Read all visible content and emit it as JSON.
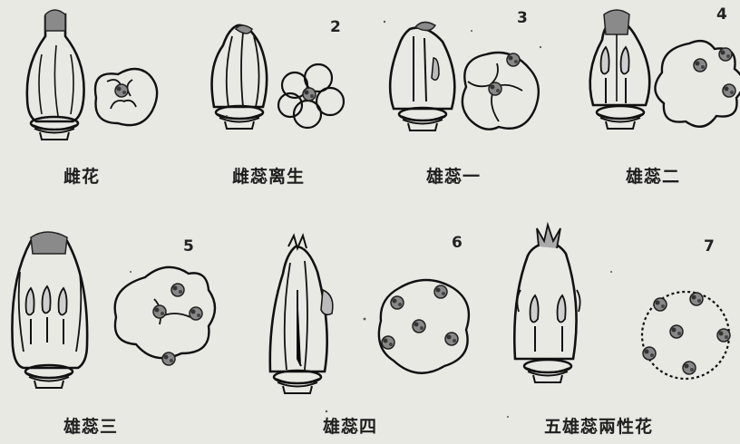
{
  "figures": [
    {
      "number": "",
      "caption": "雌花"
    },
    {
      "number": "2",
      "caption": "雌蕊离生"
    },
    {
      "number": "3",
      "caption": "雄蕊一"
    },
    {
      "number": "4",
      "caption": "雄蕊二"
    },
    {
      "number": "5",
      "caption": "雄蕊三"
    },
    {
      "number": "6",
      "caption": "雄蕊四"
    },
    {
      "number": "7",
      "caption": "五雄蕊兩性花"
    }
  ]
}
